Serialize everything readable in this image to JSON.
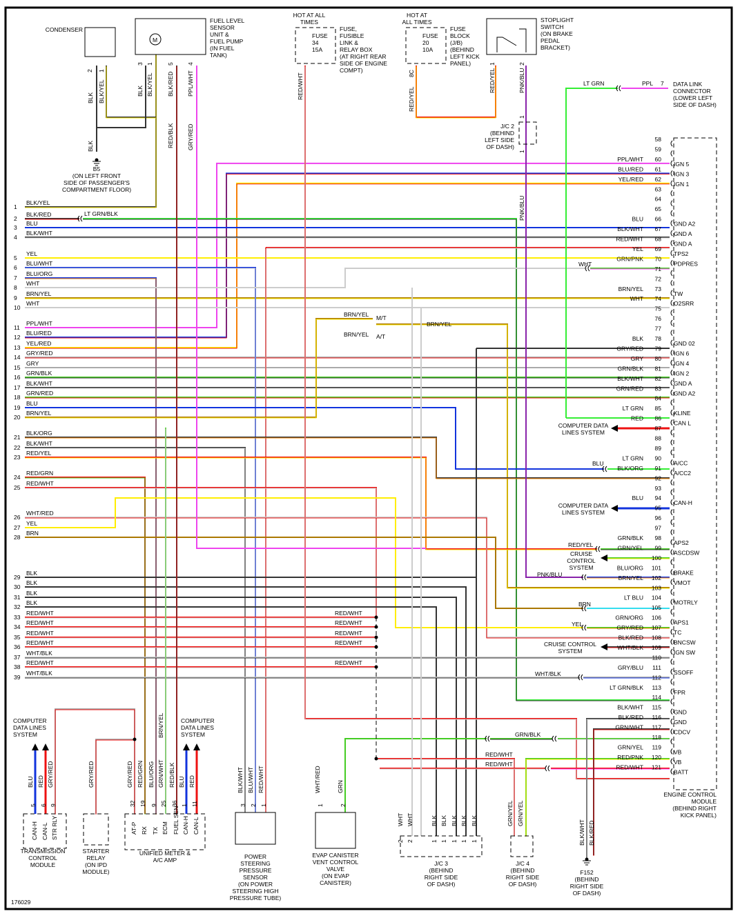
{
  "diagram_id": "176029",
  "colors": {
    "BLK": "#333333",
    "WHT": "#cccccc",
    "RED": "#ee1111",
    "GRN": "#44cc22",
    "LTGRN": "#33ee33",
    "BLU": "#1133dd",
    "YEL": "#ffee00",
    "BRN": "#aa7700",
    "ORG": "#ff8800",
    "PPL": "#8822aa",
    "PNK": "#ff44ff",
    "GRY": "#aaaaaa",
    "LTBLU": "#33ddee",
    "MAG": "#ee44ee"
  },
  "components": {
    "condenser": {
      "title": "CONDENSER",
      "pins": [
        {
          "num": "2",
          "wire": "BLK"
        },
        {
          "num": "1",
          "wire": "BLK/YEL"
        }
      ]
    },
    "fuel_sensor": {
      "title": [
        "FUEL LEVEL",
        "SENSOR",
        "UNIT &",
        "FUEL PUMP",
        "(IN FUEL",
        "TANK)"
      ],
      "pins": [
        {
          "num": "3",
          "wire": "BLK"
        },
        {
          "num": "1",
          "wire": "BLK/YEL"
        },
        {
          "num": "5",
          "wire": "BLK/RED",
          "wire2": "RED/BLK"
        },
        {
          "num": "4",
          "wire": "PPL/WHT",
          "wire2": "GRY/RED"
        }
      ],
      "motor": "M"
    },
    "ground_b5": {
      "wire": "BLK",
      "title": [
        "B5",
        "(ON LEFT FRONT",
        "SIDE OF PASSENGER'S",
        "COMPARTMENT FLOOR)"
      ]
    },
    "fuse34": {
      "hot": [
        "HOT AT ALL",
        "TIMES"
      ],
      "fuse": [
        "FUSE",
        "34",
        "15A"
      ],
      "location": [
        "FUSE,",
        "FUSIBLE",
        "LINK &",
        "RELAY BOX",
        "(AT RIGHT REAR",
        "SIDE OF ENGINE",
        "COMPT)"
      ],
      "wire": "RED/WHT"
    },
    "fuse20": {
      "hot": [
        "HOT AT",
        "ALL TIMES"
      ],
      "fuse": [
        "FUSE",
        "20",
        "10A"
      ],
      "location": [
        "FUSE",
        "BLOCK",
        "(J/B)",
        "(BEHIND",
        "LEFT KICK",
        "PANEL)"
      ],
      "pin": "8C",
      "wire": "RED/YEL"
    },
    "stoplight": {
      "title": [
        "STOPLIGHT",
        "SWITCH",
        "(ON BRAKE",
        "PEDAL",
        "BRACKET)"
      ],
      "pins": [
        {
          "num": "1",
          "wire": "RED/YEL"
        },
        {
          "num": "2",
          "wire": "PNK/BLU"
        }
      ]
    },
    "jc2": {
      "title": [
        "J/C 2",
        "(BEHIND",
        "LEFT SIDE",
        "OF DASH)"
      ],
      "pins": [
        "1",
        "1"
      ],
      "wire": "PNK/BLU"
    },
    "dlc": {
      "title": [
        "DATA LINK",
        "CONNECTOR",
        "(LOWER LEFT",
        "SIDE OF DASH)"
      ],
      "pin": "7",
      "wire_a": "LT GRN",
      "wire_b": "PPL"
    },
    "ecm": {
      "title": [
        "ENGINE CONTROL",
        "MODULE",
        "(BEHIND RIGHT",
        "KICK PANEL)"
      ]
    },
    "tcm": {
      "top": [
        "COMPUTER",
        "DATA LINES",
        "SYSTEM"
      ],
      "title": [
        "TRANSMISSION",
        "CONTROL",
        "MODULE"
      ],
      "pins": [
        {
          "num": "5",
          "wire": "BLU",
          "name": "CAN-H"
        },
        {
          "num": "6",
          "wire": "RED",
          "name": "CAN-L"
        },
        {
          "num": "9",
          "wire": "GRY/RED",
          "name": "STR RLY"
        }
      ]
    },
    "starter": {
      "title": [
        "STARTER",
        "RELAY",
        "(ON IPD",
        "MODULE)"
      ],
      "wire": "GRY/RED"
    },
    "meter": {
      "top": [
        "COMPUTER",
        "DATA LINES",
        "SYSTEM"
      ],
      "title": [
        "UNIFIED METER &",
        "A/C AMP"
      ],
      "pins": [
        {
          "num": "32",
          "wire": "GRY/RED",
          "name": "AT-P"
        },
        {
          "num": "19",
          "wire": "RED/GRN",
          "name": "RX"
        },
        {
          "num": "9",
          "wire": "BLU/ORG",
          "name": "TX"
        },
        {
          "num": "25",
          "wire": "GRN/WHT",
          "name": "ECM"
        },
        {
          "num": "36",
          "wire": "RED/BLK",
          "name": "FUEL SEN"
        },
        {
          "num": "1",
          "wire": "BLU",
          "name": "CAN-H"
        },
        {
          "num": "11",
          "wire": "RED",
          "name": "CAN-L"
        }
      ],
      "extra_wire": "BRN/YEL"
    },
    "ps_sensor": {
      "title": [
        "POWER",
        "STEERING",
        "PRESSURE",
        "SENSOR",
        "(ON POWER",
        "STEERING HIGH",
        "PRESSURE TUBE)"
      ],
      "pins": [
        {
          "num": "3",
          "wire": "BLK/WHT"
        },
        {
          "num": "2",
          "wire": "BLU/WHT"
        },
        {
          "num": "1",
          "wire": "RED/WHT"
        }
      ]
    },
    "evap": {
      "title": [
        "EVAP CANISTER",
        "VENT CONTROL",
        "VALVE",
        "(ON EVAP",
        "CANISTER)"
      ],
      "pins": [
        {
          "num": "1",
          "wire": "WHT/RED"
        },
        {
          "num": "2",
          "wire": "GRN"
        }
      ]
    },
    "jc3": {
      "title": [
        "J/C 3",
        "(BEHIND",
        "RIGHT SIDE",
        "OF DASH)"
      ],
      "wires": [
        "WHT",
        "WHT",
        "BLK",
        "BLK",
        "BLK",
        "BLK",
        "BLK"
      ],
      "pins": [
        "2",
        "2",
        "1",
        "1",
        "1",
        "1",
        "1"
      ]
    },
    "jc4": {
      "title": [
        "J/C 4",
        "(BEHIND",
        "RIGHT SIDE",
        "OF DASH)"
      ],
      "wires": [
        "GRN/YEL",
        "GRN/YEL"
      ],
      "pins": [
        "2",
        "2"
      ]
    },
    "f152": {
      "title": [
        "F152",
        "(BEHIND",
        "RIGHT SIDE",
        "OF DASH)"
      ],
      "wires": [
        "BLK/WHT",
        "BLK/RED"
      ]
    },
    "mt_at": {
      "mt": "M/T",
      "at": "A/T",
      "wire": "BRN/YEL"
    },
    "cdls_labels": [
      "COMPUTER DATA",
      "LINES SYSTEM"
    ],
    "cruise_labels": [
      "CRUISE",
      "CONTROL",
      "SYSTEM"
    ],
    "cruise_labels2": [
      "CRUISE CONTROL",
      "SYSTEM"
    ],
    "jc_splice_label": "RED/WHT",
    "cdcv_wire": "GRN/BLK",
    "jc4_wires": [
      "RED/WHT",
      "RED/WHT"
    ]
  },
  "left_wires": [
    {
      "n": "1",
      "label": "BLK/YEL"
    },
    {
      "n": "2",
      "label": "BLK/RED",
      "inline": "LT GRN/BLK"
    },
    {
      "n": "3",
      "label": "BLU"
    },
    {
      "n": "4",
      "label": "BLK/WHT"
    },
    {
      "n": "5",
      "label": "YEL"
    },
    {
      "n": "6",
      "label": "BLU/WHT"
    },
    {
      "n": "7",
      "label": "BLU/ORG"
    },
    {
      "n": "8",
      "label": "WHT"
    },
    {
      "n": "9",
      "label": "BRN/YEL"
    },
    {
      "n": "10",
      "label": "WHT"
    },
    {
      "n": "11",
      "label": "PPL/WHT"
    },
    {
      "n": "12",
      "label": "BLU/RED"
    },
    {
      "n": "13",
      "label": "YEL/RED"
    },
    {
      "n": "14",
      "label": "GRY/RED"
    },
    {
      "n": "15",
      "label": "GRY"
    },
    {
      "n": "16",
      "label": "GRN/BLK"
    },
    {
      "n": "17",
      "label": "BLK/WHT"
    },
    {
      "n": "18",
      "label": "GRN/RED"
    },
    {
      "n": "19",
      "label": "BLU"
    },
    {
      "n": "20",
      "label": "BRN/YEL"
    },
    {
      "n": "21",
      "label": "BLK/ORG"
    },
    {
      "n": "22",
      "label": "BLK/WHT"
    },
    {
      "n": "23",
      "label": "RED/YEL"
    },
    {
      "n": "24",
      "label": "RED/GRN"
    },
    {
      "n": "25",
      "label": "RED/WHT"
    },
    {
      "n": "26",
      "label": "WHT/RED"
    },
    {
      "n": "27",
      "label": "YEL"
    },
    {
      "n": "28",
      "label": "BRN"
    },
    {
      "n": "29",
      "label": "BLK"
    },
    {
      "n": "30",
      "label": "BLK"
    },
    {
      "n": "31",
      "label": "BLK"
    },
    {
      "n": "32",
      "label": "BLK"
    },
    {
      "n": "33",
      "label": "RED/WHT"
    },
    {
      "n": "34",
      "label": "RED/WHT"
    },
    {
      "n": "35",
      "label": "RED/WHT"
    },
    {
      "n": "36",
      "label": "RED/WHT"
    },
    {
      "n": "37",
      "label": "WHT/BLK"
    },
    {
      "n": "38",
      "label": "RED/WHT"
    },
    {
      "n": "39",
      "label": "WHT/BLK"
    }
  ],
  "ecm_pins": [
    {
      "n": "58"
    },
    {
      "n": "59"
    },
    {
      "n": "60",
      "wire": "PPL/WHT",
      "func": "IGN 5"
    },
    {
      "n": "61",
      "wire": "BLU/RED",
      "func": "IGN 3"
    },
    {
      "n": "62",
      "wire": "YEL/RED",
      "func": "IGN 1"
    },
    {
      "n": "63"
    },
    {
      "n": "64"
    },
    {
      "n": "65"
    },
    {
      "n": "66",
      "wire": "BLU",
      "func": "GND A2"
    },
    {
      "n": "67",
      "wire": "BLK/WHT",
      "func": "GND A"
    },
    {
      "n": "68",
      "wire": "RED/WHT",
      "func": "GND A"
    },
    {
      "n": "69",
      "wire": "YEL",
      "func": "TPS2"
    },
    {
      "n": "70",
      "wire": "GRN/PNK",
      "func": "PDPRES",
      "ext": "WHT"
    },
    {
      "n": "71"
    },
    {
      "n": "72"
    },
    {
      "n": "73",
      "wire": "BRN/YEL",
      "func": "TW"
    },
    {
      "n": "74",
      "wire": "WHT",
      "func": "O2SRR"
    },
    {
      "n": "75"
    },
    {
      "n": "76"
    },
    {
      "n": "77"
    },
    {
      "n": "78",
      "wire": "BLK",
      "func": "GND 02"
    },
    {
      "n": "79",
      "wire": "GRY/RED",
      "func": "IGN 6"
    },
    {
      "n": "80",
      "wire": "GRY",
      "func": "IGN 4"
    },
    {
      "n": "81",
      "wire": "GRN/BLK",
      "func": "IGN 2"
    },
    {
      "n": "82",
      "wire": "BLK/WHT",
      "func": "GND A"
    },
    {
      "n": "83",
      "wire": "GRN/RED",
      "func": "GND A2"
    },
    {
      "n": "84"
    },
    {
      "n": "85",
      "wire": "LT GRN",
      "func": "KLINE"
    },
    {
      "n": "86",
      "wire": "RED",
      "func": "CAN L"
    },
    {
      "n": "87"
    },
    {
      "n": "88"
    },
    {
      "n": "89"
    },
    {
      "n": "90",
      "wire": "LT GRN",
      "func": "A/CC",
      "ext": "BLU"
    },
    {
      "n": "91",
      "wire": "BLK/ORG",
      "func": "A/CC2"
    },
    {
      "n": "92"
    },
    {
      "n": "93"
    },
    {
      "n": "94",
      "wire": "BLU",
      "func": "CAN-H"
    },
    {
      "n": "95"
    },
    {
      "n": "96"
    },
    {
      "n": "97"
    },
    {
      "n": "98",
      "wire": "GRN/BLK",
      "func": "APS2",
      "ext": "RED/YEL"
    },
    {
      "n": "99",
      "wire": "GRN/YEL",
      "func": "ASCDSW"
    },
    {
      "n": "100"
    },
    {
      "n": "101",
      "wire": "BLU/ORG",
      "func": "BRAKE",
      "ext": "PNK/BLU"
    },
    {
      "n": "102",
      "wire": "BRN/YEL",
      "func": "VMOT"
    },
    {
      "n": "103"
    },
    {
      "n": "104",
      "wire": "LT BLU",
      "func": "MOTRLY",
      "ext": "BRN"
    },
    {
      "n": "105"
    },
    {
      "n": "106",
      "wire": "GRN/ORG",
      "func": "APS1",
      "ext": "YEL"
    },
    {
      "n": "107",
      "wire": "GRY/RED",
      "func": "TC"
    },
    {
      "n": "108",
      "wire": "BLK/RED",
      "func": "BNCSW"
    },
    {
      "n": "109",
      "wire": "WHT/BLK",
      "func": "IGN SW"
    },
    {
      "n": "110"
    },
    {
      "n": "111",
      "wire": "GRY/BLU",
      "func": "SSOFF",
      "ext": "WHT/BLK"
    },
    {
      "n": "112"
    },
    {
      "n": "113",
      "wire": "LT GRN/BLK",
      "func": "FPR"
    },
    {
      "n": "114"
    },
    {
      "n": "115",
      "wire": "BLK/WHT",
      "func": "GND"
    },
    {
      "n": "116",
      "wire": "BLK/RED",
      "func": "GND"
    },
    {
      "n": "117",
      "wire": "GRN/WHT",
      "func": "CDCV"
    },
    {
      "n": "118"
    },
    {
      "n": "119",
      "wire": "GRN/YEL",
      "func": "VB"
    },
    {
      "n": "120",
      "wire": "RED/PNK",
      "func": "VB"
    },
    {
      "n": "121",
      "wire": "RED/WHT",
      "func": "BATT"
    }
  ]
}
